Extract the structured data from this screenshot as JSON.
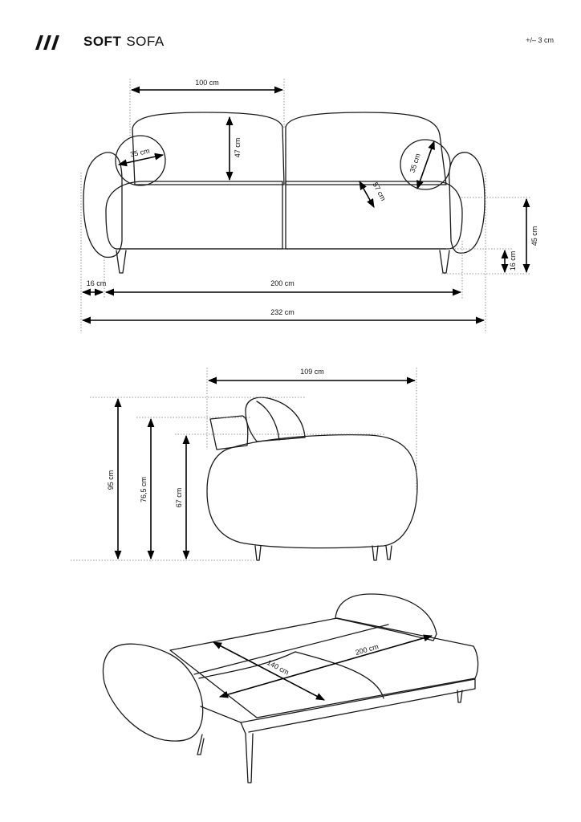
{
  "header": {
    "brand_icon": "triple-slash-logo",
    "title_bold": "SOFT",
    "title_light": "SOFA",
    "tolerance": "+/– 3 cm"
  },
  "front_view": {
    "seat_width": "100 cm",
    "backrest_height": "47 cm",
    "pillow_left": "35 cm",
    "pillow_right": "35 cm",
    "seat_depth": "57 cm",
    "armrest_width": "16 cm",
    "inner_width": "200 cm",
    "total_width": "232 cm",
    "seat_height": "45 cm",
    "leg_height": "16 cm"
  },
  "side_view": {
    "depth": "109 cm",
    "total_height": "95 cm",
    "backrest_height": "76,5 cm",
    "armrest_height": "67 cm"
  },
  "bed_view": {
    "bed_width": "140 cm",
    "bed_length": "200 cm"
  }
}
